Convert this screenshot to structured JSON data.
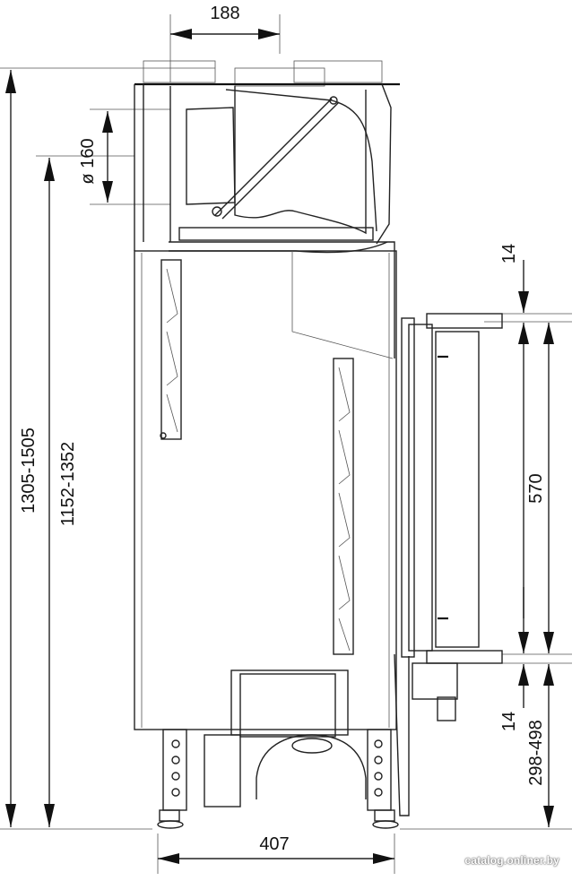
{
  "dimensions": {
    "top_width": "188",
    "flue_diameter": "ø 160",
    "overall_height": "1305-1505",
    "body_height": "1152-1352",
    "depth": "407",
    "door_height": "570",
    "top_gap": "14",
    "bottom_gap": "14",
    "door_bottom_height": "298-498"
  },
  "watermark": "catalog.onliner.by"
}
